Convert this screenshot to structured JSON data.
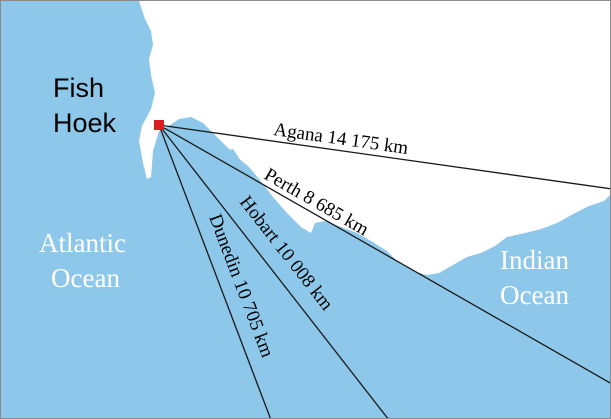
{
  "map": {
    "origin": {
      "name_line1": "Fish",
      "name_line2": "Hoek"
    },
    "oceans": {
      "atlantic": {
        "line1": "Atlantic",
        "line2": "Ocean"
      },
      "indian": {
        "line1": "Indian",
        "line2": "Ocean"
      }
    },
    "routes": [
      {
        "id": "agana",
        "label": "Agana  14 175 km"
      },
      {
        "id": "perth",
        "label": "Perth  8 685 km"
      },
      {
        "id": "hobart",
        "label": "Hobart  10 008 km"
      },
      {
        "id": "dunedin",
        "label": "Dunedin  10 705 km"
      }
    ],
    "colors": {
      "sea": "#8dc8ea",
      "land": "#ffffff",
      "route_line": "#1a1a1a",
      "marker": "#d91c24",
      "ocean_text": "#ffffff",
      "place_text": "#000000"
    }
  }
}
